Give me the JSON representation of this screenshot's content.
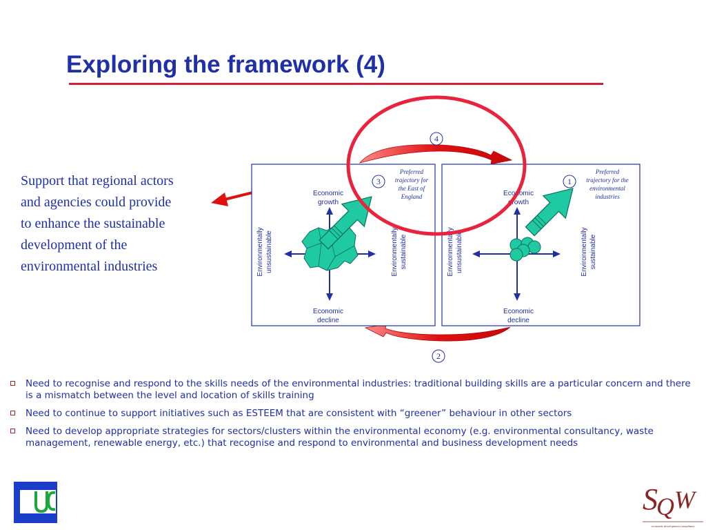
{
  "slide": {
    "title": "Exploring the framework (4)",
    "callout_lines": [
      "Support that regional actors",
      "and agencies could provide",
      "to enhance the sustainable",
      "development of the",
      "environmental industries"
    ]
  },
  "diagram": {
    "markers": [
      "1",
      "2",
      "3",
      "4"
    ],
    "left_panel": {
      "top_label": [
        "Economic",
        "growth"
      ],
      "bottom_label": [
        "Economic",
        "decline"
      ],
      "left_label": [
        "Environmentally",
        "unsustainable"
      ],
      "right_label": [
        "Environmentally",
        "sustainable"
      ],
      "note": [
        "Preferred",
        "trajectory for",
        "the East of",
        "England"
      ]
    },
    "right_panel": {
      "top_label": [
        "Economic",
        "growth"
      ],
      "bottom_label": [
        "Economic",
        "decline"
      ],
      "left_label": [
        "Environmentally",
        "unsustainable"
      ],
      "right_label": [
        "Environmentally",
        "sustainable"
      ],
      "note": [
        "Preferred",
        "trajectory for the",
        "environmental",
        "industries"
      ]
    },
    "colors": {
      "teal": "#1fc9a1",
      "red": "#e01010",
      "navy": "#1f2fa8",
      "ring": "#e8243c"
    }
  },
  "bullets": [
    "Need to recognise and respond to the skills needs of the environmental industries:  traditional building skills are a particular concern and there is a mismatch between the level and location of skills training",
    "Need to continue to support initiatives such as ESTEEM that are consistent with “greener” behaviour in other sectors",
    "Need to develop appropriate strategies for sectors/clusters within the environmental economy (e.g. environmental consultancy, waste management, renewable energy, etc.) that recognise and respond to environmental and business development needs"
  ],
  "logos": {
    "left_mark": "UC",
    "right_mark": "SQW",
    "right_tagline": "economic development consultants"
  }
}
